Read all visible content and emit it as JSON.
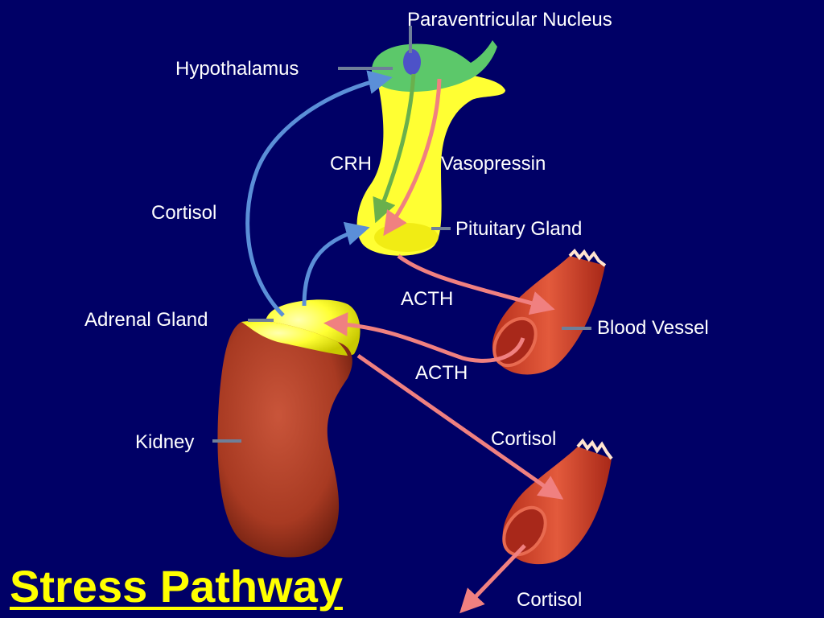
{
  "title": "Stress Pathway",
  "labels": {
    "paraventricular_nucleus": "Paraventricular Nucleus",
    "hypothalamus": "Hypothalamus",
    "crh": "CRH",
    "vasopressin": "Vasopressin",
    "cortisol_feedback": "Cortisol",
    "pituitary_gland": "Pituitary Gland",
    "acth_upper": "ACTH",
    "blood_vessel": "Blood Vessel",
    "adrenal_gland": "Adrenal Gland",
    "acth_lower": "ACTH",
    "cortisol_release": "Cortisol",
    "kidney": "Kidney",
    "cortisol_output": "Cortisol"
  },
  "colors": {
    "background": "#000066",
    "title": "#ffff00",
    "label": "#ffffff",
    "hypothalamus": "#5cc86a",
    "pituitary": "#ffff33",
    "adrenal": "#ffff33",
    "kidney": "#b03a20",
    "blood_vessel": "#d8442a",
    "blue_arrow": "#5b8fd8",
    "pink_arrow": "#f08080",
    "green_arrow": "#6ab04c",
    "leader_line": "#6f7f99"
  },
  "icons": {
    "hypothalamus": "hypothalamus-organ-icon",
    "pituitary": "pituitary-gland-icon",
    "adrenal": "adrenal-gland-icon",
    "kidney": "kidney-icon",
    "vessel": "blood-vessel-icon"
  }
}
